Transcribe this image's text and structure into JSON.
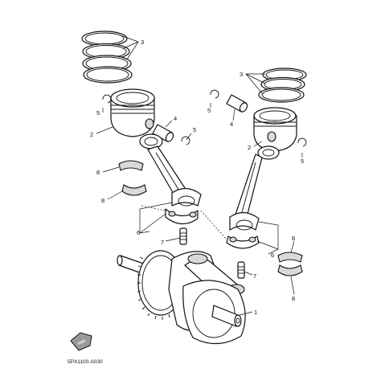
{
  "callouts": {
    "c1": "1",
    "c2a": "2",
    "c2b": "2",
    "c3a": "3",
    "c3b": "3",
    "c4a": "4",
    "c4b": "4",
    "c5a": "5",
    "c5b": "5",
    "c5c": "5",
    "c6a": "6",
    "c6b": "6",
    "c7a": "7",
    "c7b": "7",
    "c8a": "8",
    "c8b": "8",
    "c8c": "8",
    "c8d": "8"
  },
  "fwd_label": "FWD",
  "diagram_code": "5PX1100-A030"
}
